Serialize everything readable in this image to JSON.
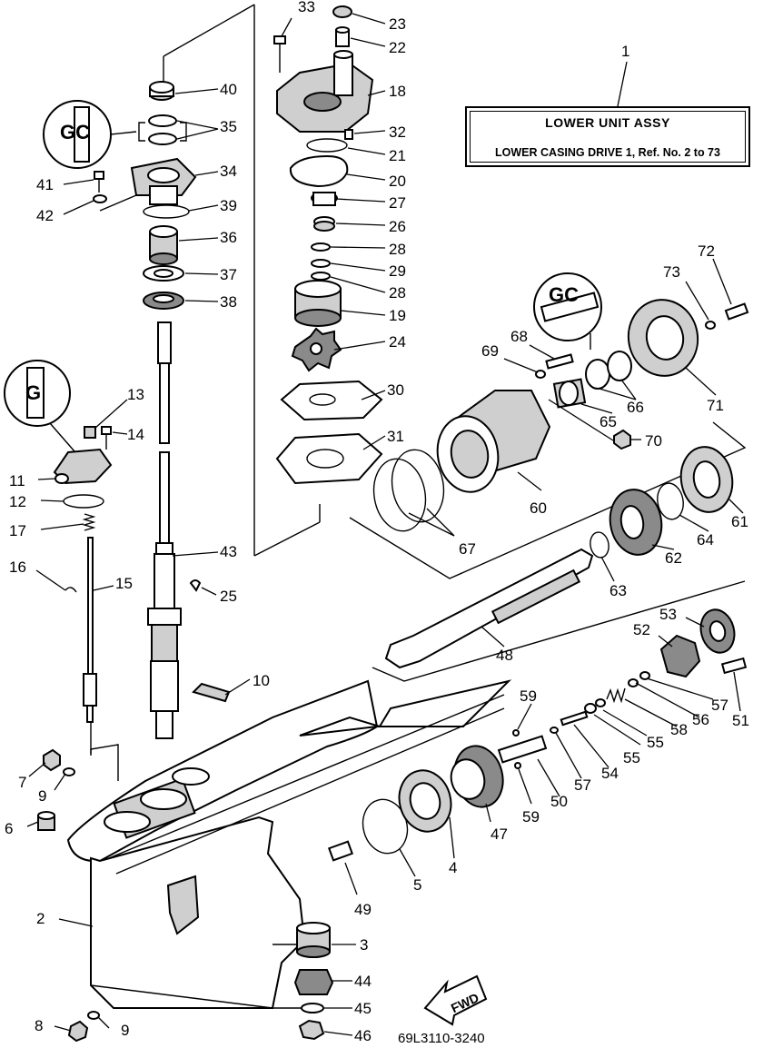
{
  "title_box": {
    "callout": "1",
    "title": "LOWER  UNIT ASSY",
    "subtitle": "LOWER CASING DRIVE 1, Ref. No. 2 to 73"
  },
  "drawing_number": "69L3110-3240",
  "fwd_label": "FWD",
  "callouts": {
    "c2": "2",
    "c3": "3",
    "c4": "4",
    "c5": "5",
    "c6": "6",
    "c7": "7",
    "c8": "8",
    "c9a": "9",
    "c9b": "9",
    "c10": "10",
    "c11": "11",
    "c12": "12",
    "c13": "13",
    "c14": "14",
    "c15": "15",
    "c16": "16",
    "c17": "17",
    "c18": "18",
    "c19": "19",
    "c20": "20",
    "c21": "21",
    "c22": "22",
    "c23": "23",
    "c24": "24",
    "c25": "25",
    "c26": "26",
    "c27": "27",
    "c28a": "28",
    "c28b": "28",
    "c29": "29",
    "c30": "30",
    "c31": "31",
    "c32": "32",
    "c33": "33",
    "c34": "34",
    "c35": "35",
    "c36": "36",
    "c37": "37",
    "c38": "38",
    "c39": "39",
    "c40": "40",
    "c41": "41",
    "c42": "42",
    "c43": "43",
    "c44": "44",
    "c45": "45",
    "c46": "46",
    "c47": "47",
    "c48": "48",
    "c49": "49",
    "c50": "50",
    "c51": "51",
    "c52": "52",
    "c53": "53",
    "c54": "54",
    "c55a": "55",
    "c55b": "55",
    "c56": "56",
    "c57a": "57",
    "c57b": "57",
    "c58": "58",
    "c59a": "59",
    "c59b": "59",
    "c60": "60",
    "c61": "61",
    "c62": "62",
    "c63": "63",
    "c64": "64",
    "c65": "65",
    "c66": "66",
    "c67": "67",
    "c68": "68",
    "c69": "69",
    "c70": "70",
    "c71": "71",
    "c72": "72",
    "c73": "73"
  }
}
